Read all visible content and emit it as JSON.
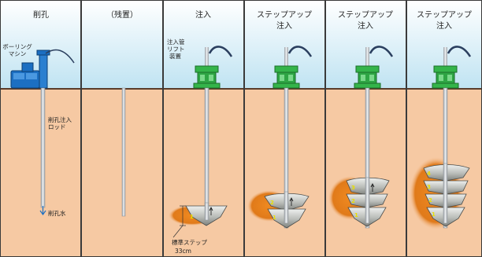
{
  "panels": [
    {
      "title_lines": [
        "削孔"
      ]
    },
    {
      "title_lines": [
        "（残置）"
      ]
    },
    {
      "title_lines": [
        "注入"
      ]
    },
    {
      "title_lines": [
        "ステップアップ",
        "注入"
      ]
    },
    {
      "title_lines": [
        "ステップアップ",
        "注入"
      ]
    },
    {
      "title_lines": [
        "ステップアップ",
        "注入"
      ]
    }
  ],
  "labels": {
    "boring_machine": [
      "ボーリング",
      "マシン"
    ],
    "rod": [
      "削孔注入",
      "ロッド"
    ],
    "water": "削孔水",
    "lift": [
      "注入管",
      "リフト",
      "装置"
    ],
    "step": [
      "標準ステップ",
      "33cm"
    ]
  },
  "step_numbers": [
    "1",
    "2",
    "3",
    "4"
  ],
  "colors": {
    "sky_top": "#ffffff",
    "sky_bottom": "#bfe3f2",
    "soil": "#f6c9a3",
    "ground_line": "#5a3d2b",
    "grout": "#e07a1a",
    "machine_blue": "#1c6fc2",
    "lift_green": "#34b44a",
    "hose": "#2b3f5f",
    "rod": "#c9cdd2"
  }
}
